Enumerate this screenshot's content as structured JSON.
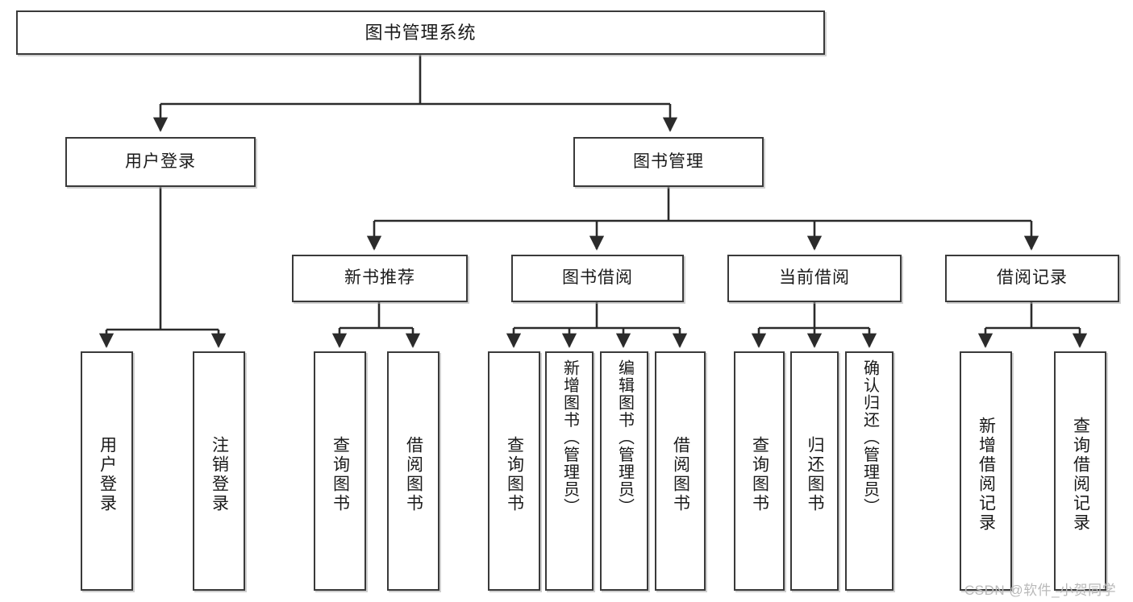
{
  "diagram": {
    "title": "图书管理系统",
    "type": "tree-hierarchy-diagram",
    "colors": {
      "box_border": "#3a3a3a",
      "box_fill": "#ffffff",
      "edge": "#2b2b2b",
      "text": "#1a1a1a",
      "watermark": "#b9b9b9",
      "background": "#ffffff"
    },
    "watermark": "CSDN @软件_小贺同学"
  },
  "nodes": {
    "root": {
      "label": "图书管理系统",
      "level": 1
    },
    "level2": [
      {
        "id": "user-login",
        "label": "用户登录"
      },
      {
        "id": "book-management",
        "label": "图书管理"
      }
    ],
    "level3": [
      {
        "id": "new-book-recommend",
        "label": "新书推荐"
      },
      {
        "id": "book-borrow",
        "label": "图书借阅"
      },
      {
        "id": "current-borrow",
        "label": "当前借阅"
      },
      {
        "id": "borrow-record",
        "label": "借阅记录"
      }
    ],
    "leaves": {
      "user_login": [
        {
          "id": "leaf-user-login",
          "label": "用户登录"
        },
        {
          "id": "leaf-logout-login",
          "label": "注销登录"
        }
      ],
      "new_book_recommend": [
        {
          "id": "leaf-query-book-1",
          "label": "查询图书"
        },
        {
          "id": "leaf-borrow-book-1",
          "label": "借阅图书"
        }
      ],
      "book_borrow": [
        {
          "id": "leaf-query-book-2",
          "label": "查询图书"
        },
        {
          "id": "leaf-add-book",
          "label": "新增图书（管理员）"
        },
        {
          "id": "leaf-edit-book",
          "label": "编辑图书（管理员）"
        },
        {
          "id": "leaf-borrow-book-2",
          "label": "借阅图书"
        }
      ],
      "current_borrow": [
        {
          "id": "leaf-query-book-3",
          "label": "查询图书"
        },
        {
          "id": "leaf-return-book",
          "label": "归还图书"
        },
        {
          "id": "leaf-confirm-return",
          "label": "确认归还（管理员）"
        }
      ],
      "borrow_record": [
        {
          "id": "leaf-add-record",
          "label": "新增借阅记录"
        },
        {
          "id": "leaf-query-record",
          "label": "查询借阅记录"
        }
      ]
    }
  },
  "chart_data": {
    "type": "tree",
    "title": "图书管理系统",
    "edges": [
      [
        "图书管理系统",
        "用户登录"
      ],
      [
        "图书管理系统",
        "图书管理"
      ],
      [
        "用户登录",
        "用户登录"
      ],
      [
        "用户登录",
        "注销登录"
      ],
      [
        "图书管理",
        "新书推荐"
      ],
      [
        "图书管理",
        "图书借阅"
      ],
      [
        "图书管理",
        "当前借阅"
      ],
      [
        "图书管理",
        "借阅记录"
      ],
      [
        "新书推荐",
        "查询图书"
      ],
      [
        "新书推荐",
        "借阅图书"
      ],
      [
        "图书借阅",
        "查询图书"
      ],
      [
        "图书借阅",
        "新增图书（管理员）"
      ],
      [
        "图书借阅",
        "编辑图书（管理员）"
      ],
      [
        "图书借阅",
        "借阅图书"
      ],
      [
        "当前借阅",
        "查询图书"
      ],
      [
        "当前借阅",
        "归还图书"
      ],
      [
        "当前借阅",
        "确认归还（管理员）"
      ],
      [
        "借阅记录",
        "新增借阅记录"
      ],
      [
        "借阅记录",
        "查询借阅记录"
      ]
    ],
    "depth": 4
  }
}
